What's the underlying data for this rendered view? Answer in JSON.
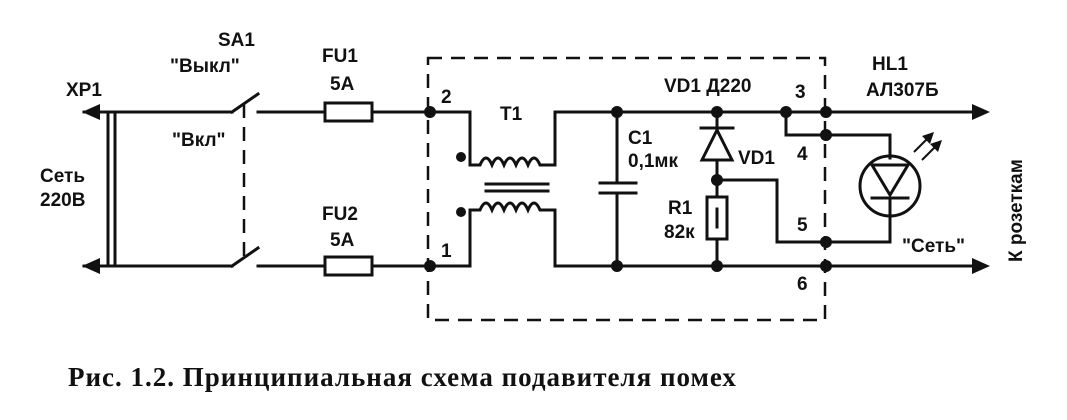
{
  "labels": {
    "xp1": "XP1",
    "mains_line1": "Сеть",
    "mains_line2": "220В",
    "sa1": "SA1",
    "sa1_off": "\"Выкл\"",
    "sa1_on": "\"Вкл\"",
    "fu1": "FU1",
    "fu1_rating": "5А",
    "fu2": "FU2",
    "fu2_rating": "5А",
    "t1": "T1",
    "c1": "C1",
    "c1_value": "0,1мк",
    "vd1_header": "VD1 Д220",
    "vd1": "VD1",
    "r1": "R1",
    "r1_value": "82к",
    "hl1": "HL1",
    "hl1_type": "АЛ307Б",
    "hl1_label": "\"Сеть\"",
    "outlets": "К розеткам"
  },
  "nodes": {
    "n1": "1",
    "n2": "2",
    "n3": "3",
    "n4": "4",
    "n5": "5",
    "n6": "6"
  },
  "caption": "Рис. 1.2. Принципиальная схема подавителя помех"
}
